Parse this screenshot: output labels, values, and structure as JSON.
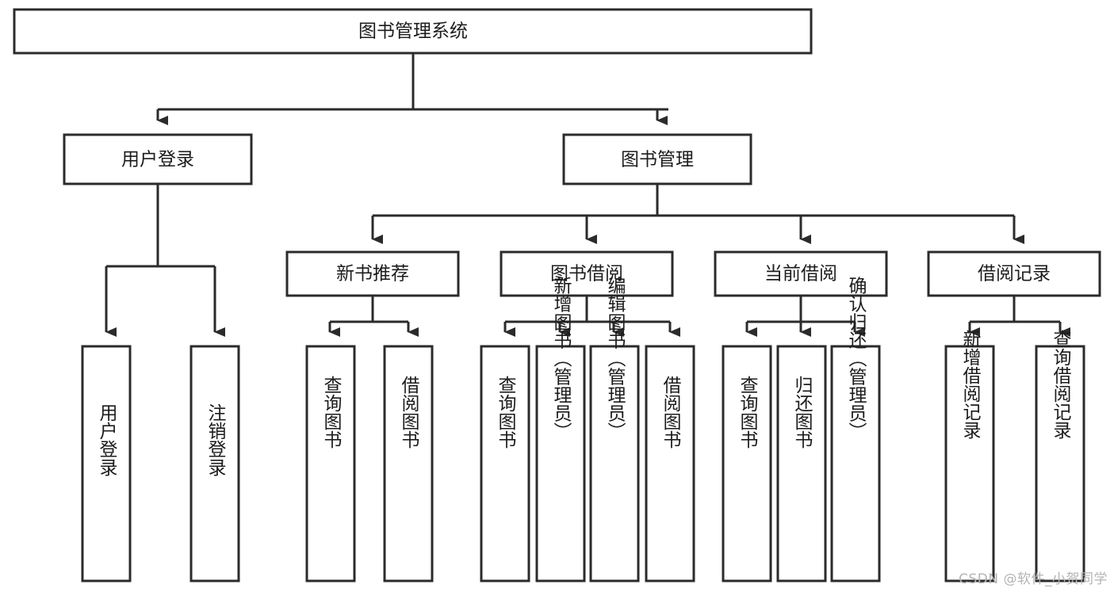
{
  "diagram": {
    "type": "tree",
    "title": "图书管理系统",
    "watermark": "CSDN @软件_小贺同学",
    "colors": {
      "box_fill": "#ffffff",
      "box_stroke": "#2b2b2b",
      "text": "#1c1c1c",
      "background": "#ffffff",
      "watermark": "#b4b4b4"
    },
    "levels": {
      "root": {
        "label": "图书管理系统"
      },
      "level1": [
        {
          "label": "用户登录"
        },
        {
          "label": "图书管理"
        }
      ],
      "level2": [
        {
          "label": "新书推荐"
        },
        {
          "label": "图书借阅"
        },
        {
          "label": "当前借阅"
        },
        {
          "label": "借阅记录"
        }
      ]
    },
    "nodes": {
      "root": "图书管理系统",
      "user_login": "用户登录",
      "book_manage": "图书管理",
      "new_book_rec": "新书推荐",
      "book_borrow": "图书借阅",
      "current_borrow": "当前借阅",
      "borrow_record": "借阅记录",
      "leaf_user_login": "用户登录",
      "leaf_logout": "注销登录",
      "leaf_query_book_1": "查询图书",
      "leaf_borrow_book_1": "借阅图书",
      "leaf_query_book_2": "查询图书",
      "leaf_add_book_admin": "新增图书（管理员）",
      "leaf_edit_book_admin": "编辑图书（管理员）",
      "leaf_borrow_book_2": "借阅图书",
      "leaf_query_book_3": "查询图书",
      "leaf_return_book": "归还图书",
      "leaf_confirm_return_admin": "确认归还（管理员）",
      "leaf_add_record": "新增借阅记录",
      "leaf_query_record": "查询借阅记录"
    },
    "tree_structure": {
      "图书管理系统": {
        "用户登录": [
          "用户登录",
          "注销登录"
        ],
        "图书管理": {
          "新书推荐": [
            "查询图书",
            "借阅图书"
          ],
          "图书借阅": [
            "查询图书",
            "新增图书（管理员）",
            "编辑图书（管理员）",
            "借阅图书"
          ],
          "当前借阅": [
            "查询图书",
            "归还图书",
            "确认归还（管理员）"
          ],
          "借阅记录": [
            "新增借阅记录",
            "查询借阅记录"
          ]
        }
      }
    }
  }
}
